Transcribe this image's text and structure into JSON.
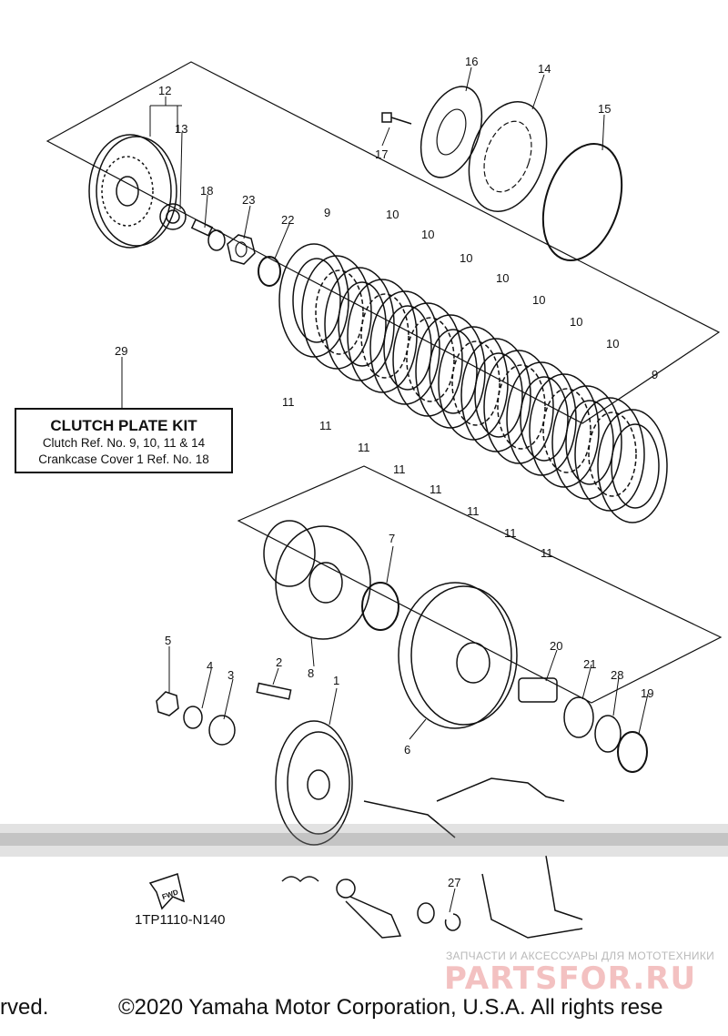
{
  "callouts": [
    "1",
    "2",
    "3",
    "4",
    "5",
    "6",
    "7",
    "8",
    "9",
    "9",
    "10",
    "10",
    "10",
    "10",
    "10",
    "10",
    "10",
    "11",
    "11",
    "11",
    "11",
    "11",
    "11",
    "11",
    "11",
    "12",
    "13",
    "14",
    "15",
    "16",
    "17",
    "18",
    "19",
    "20",
    "21",
    "22",
    "23",
    "27",
    "28",
    "29"
  ],
  "kit_box": {
    "title": "CLUTCH PLATE KIT",
    "line1": "Clutch Ref. No. 9, 10, 11 & 14",
    "line2": "Crankcase Cover 1 Ref. No. 18"
  },
  "diagram_id": "1TP1110-N140",
  "fwd_label": "FWD",
  "watermark": {
    "top": "ЗАПЧАСТИ И АКСЕССУАРЫ ДЛЯ МОТОТЕХНИКИ",
    "main": "PARTSFOR.RU"
  },
  "copyright_left": "rved.",
  "copyright": "©2020 Yamaha Motor Corporation, U.S.A. All rights rese",
  "colors": {
    "line": "#111111",
    "watermark": "#f3c1c1"
  }
}
